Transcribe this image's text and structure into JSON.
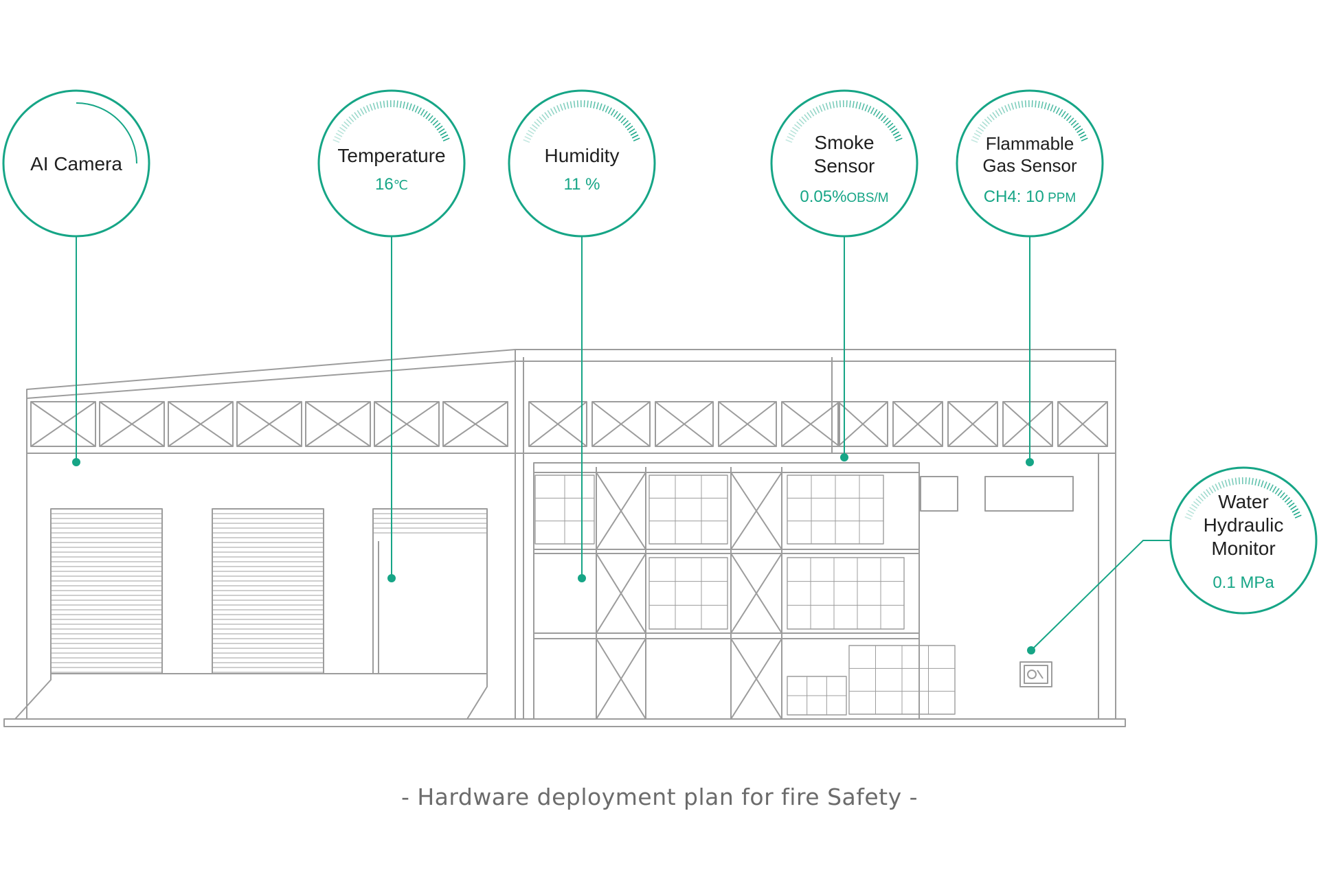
{
  "colors": {
    "accent": "#16a586",
    "line_art": "#9c9c9c",
    "label_text": "#1f1f1f",
    "caption_text": "#6b6b6b"
  },
  "sensors": [
    {
      "id": "ai-camera",
      "title_lines": [
        "AI Camera"
      ],
      "value": "",
      "unit": "",
      "icon": "arc-indicator"
    },
    {
      "id": "temperature",
      "title_lines": [
        "Temperature"
      ],
      "value": "16",
      "unit": "℃",
      "icon": "tick-gauge"
    },
    {
      "id": "humidity",
      "title_lines": [
        "Humidity"
      ],
      "value": "11",
      "unit": " %",
      "icon": "tick-gauge"
    },
    {
      "id": "smoke-sensor",
      "title_lines": [
        "Smoke",
        "Sensor"
      ],
      "value": "0.05%",
      "unit": "OBS/M",
      "icon": "tick-gauge"
    },
    {
      "id": "flammable-gas-sensor",
      "title_lines": [
        "Flammable",
        "Gas Sensor"
      ],
      "value": "CH4: 10",
      "unit": " PPM",
      "icon": "tick-gauge"
    },
    {
      "id": "water-hydraulic-monitor",
      "title_lines": [
        "Water",
        "Hydraulic",
        "Monitor"
      ],
      "value": "0.1",
      "unit": " MPa",
      "icon": "tick-gauge"
    }
  ],
  "caption": "-  Hardware deployment plan for fire Safety  -"
}
